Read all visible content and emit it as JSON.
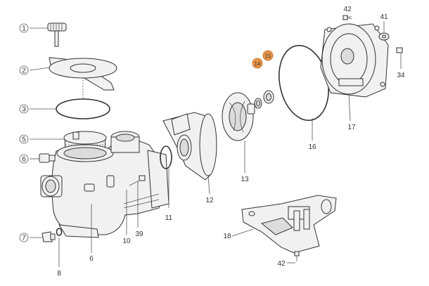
{
  "labels": {
    "p1": "1",
    "p2": "2",
    "p3": "3",
    "p5": "5",
    "p6a": "6",
    "p6b": "6",
    "p7": "7",
    "p8": "8",
    "p10": "10",
    "p11": "11",
    "p12": "12",
    "p13": "13",
    "p14": "14",
    "p15": "15",
    "p16": "16",
    "p17": "17",
    "p18": "18",
    "p34": "34",
    "p39": "39",
    "p41": "41",
    "p42a": "42",
    "p42b": "42"
  },
  "colors": {
    "highlight": "#e8964a",
    "line": "#333333",
    "part_fill": "#f1f1f1"
  }
}
